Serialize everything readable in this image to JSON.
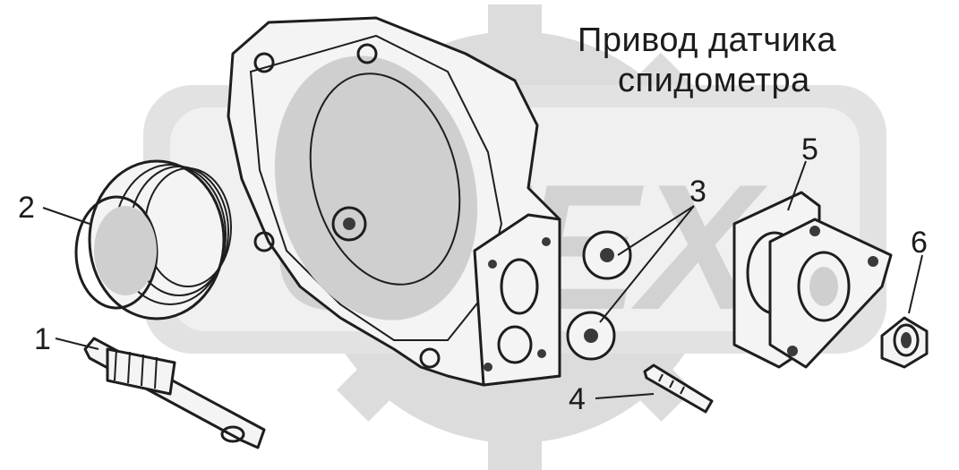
{
  "title": {
    "line1": "Привод  датчика",
    "line2": "спидометра"
  },
  "watermark": {
    "text": "OTEX",
    "color": "#d6d6d6"
  },
  "callouts": [
    {
      "id": "1",
      "label": "1"
    },
    {
      "id": "2",
      "label": "2"
    },
    {
      "id": "3",
      "label": "3"
    },
    {
      "id": "4",
      "label": "4"
    },
    {
      "id": "5",
      "label": "5"
    },
    {
      "id": "6",
      "label": "6"
    }
  ],
  "colors": {
    "ink": "#1e1e1e",
    "watermark": "#d6d6d6",
    "background": "#ffffff"
  }
}
